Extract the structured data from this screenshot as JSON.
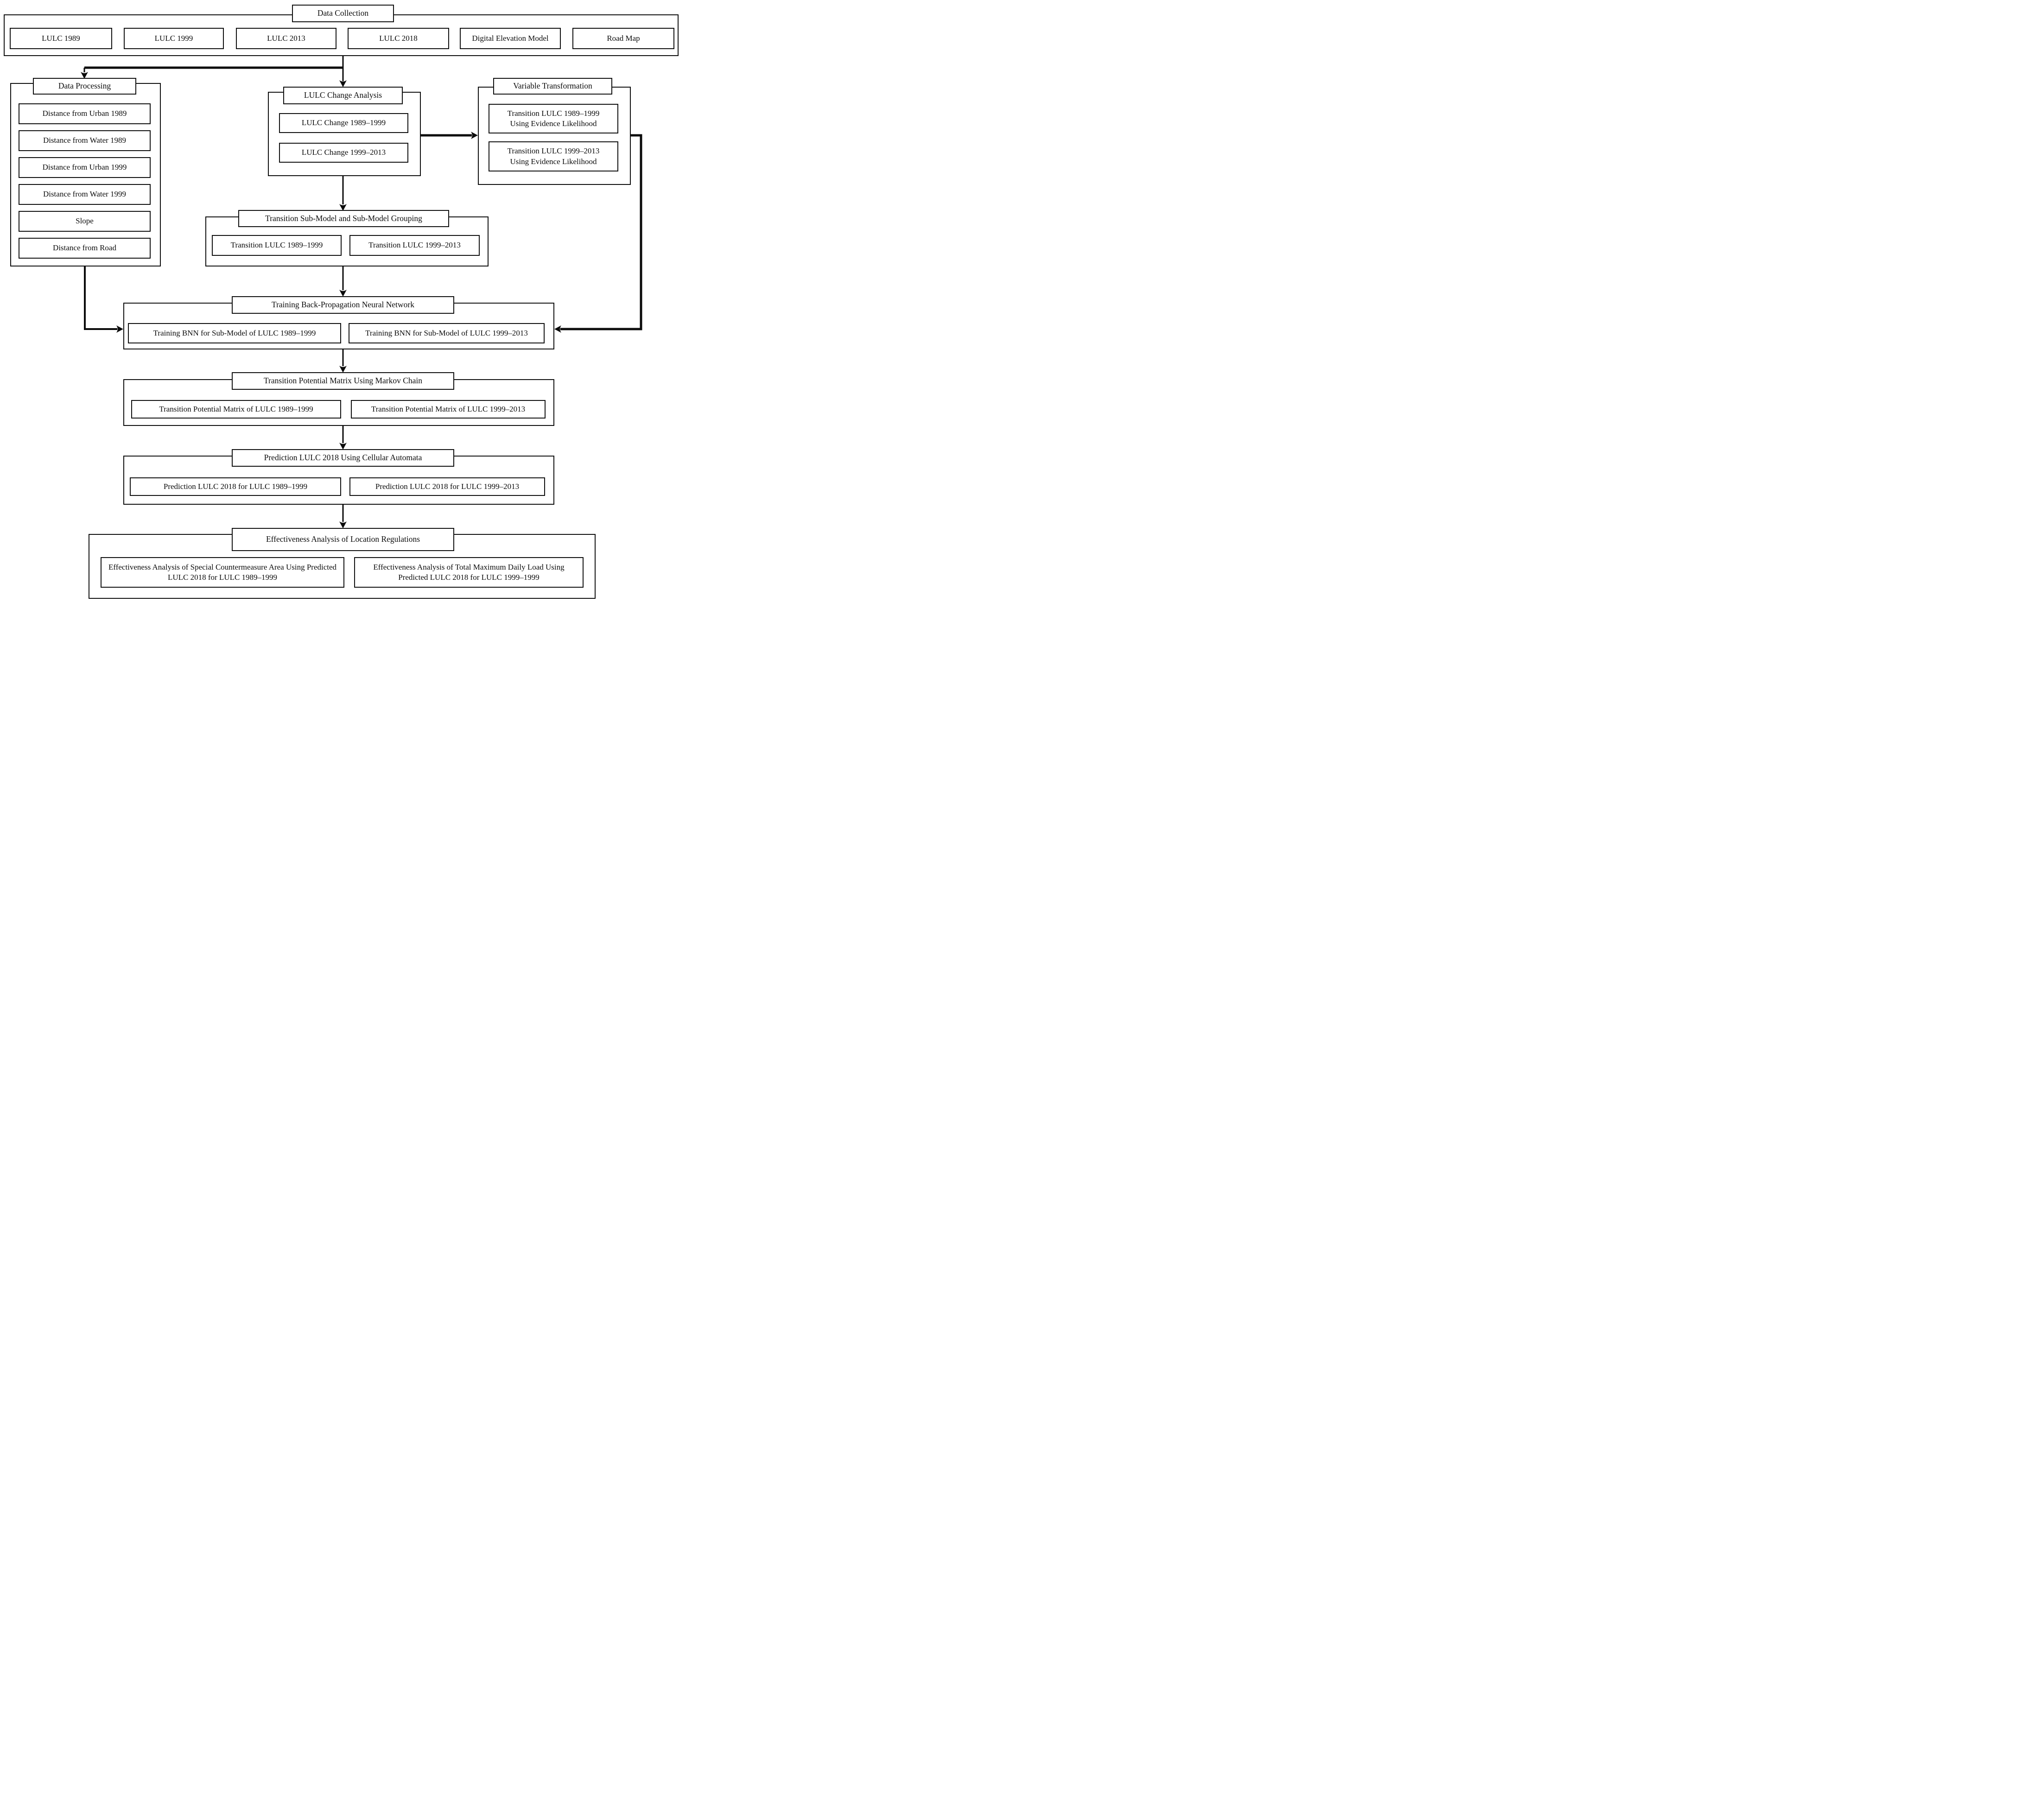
{
  "flowchart": {
    "data_collection": {
      "title": "Data Collection",
      "items": [
        "LULC 1989",
        "LULC 1999",
        "LULC 2013",
        "LULC 2018",
        "Digital Elevation Model",
        "Road Map"
      ]
    },
    "data_processing": {
      "title": "Data Processing",
      "items": [
        "Distance from Urban 1989",
        "Distance from Water 1989",
        "Distance from Urban 1999",
        "Distance from Water 1999",
        "Slope",
        "Distance from Road"
      ]
    },
    "lulc_change_analysis": {
      "title": "LULC Change Analysis",
      "items": [
        "LULC Change 1989–1999",
        "LULC Change 1999–2013"
      ]
    },
    "variable_transformation": {
      "title": "Variable Transformation",
      "items": [
        "Transition LULC 1989–1999 Using Evidence Likelihood",
        "Transition LULC 1999–2013 Using Evidence Likelihood"
      ]
    },
    "transition_submodel": {
      "title": "Transition Sub-Model and Sub-Model Grouping",
      "items": [
        "Transition LULC 1989–1999",
        "Transition LULC 1999–2013"
      ]
    },
    "training_bnn": {
      "title": "Training Back-Propagation Neural Network",
      "items": [
        "Training BNN for Sub-Model of LULC 1989–1999",
        "Training BNN for Sub-Model of LULC 1999–2013"
      ]
    },
    "transition_potential_matrix": {
      "title": "Transition Potential Matrix Using Markov Chain",
      "items": [
        "Transition Potential Matrix of LULC 1989–1999",
        "Transition Potential Matrix of LULC 1999–2013"
      ]
    },
    "prediction": {
      "title": "Prediction LULC 2018 Using Cellular Automata",
      "items": [
        "Prediction LULC 2018 for LULC 1989–1999",
        "Prediction LULC 2018 for LULC 1999–2013"
      ]
    },
    "effectiveness": {
      "title": "Effectiveness Analysis of Location Regulations",
      "items": [
        "Effectiveness Analysis of Special Countermeasure Area Using Predicted LULC 2018 for LULC 1989–1999",
        "Effectiveness Analysis of  Total Maximum Daily Load Using Predicted LULC 2018 for LULC 1999–1999"
      ]
    }
  }
}
